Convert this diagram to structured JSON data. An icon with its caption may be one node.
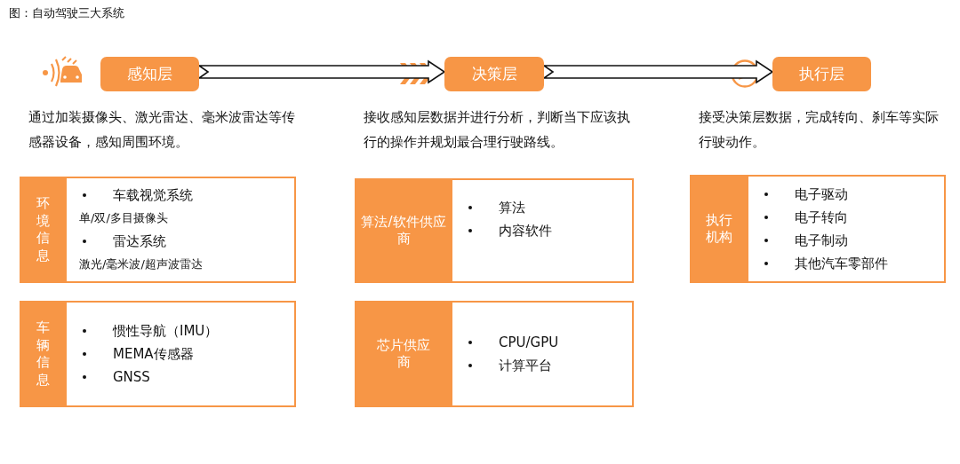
{
  "diagram": {
    "title": "图：自动驾驶三大系统",
    "nodes": [
      {
        "text": [
          "感知层"
        ],
        "beside": [
          "通过加装摄像头、激光雷达、毫米波雷达等传感器设备，感知周围环境。"
        ]
      },
      {
        "text": [
          "决策层"
        ],
        "beside": [
          "接收感知层数据并进行分析，判断当下应该执行的操作并规划最合理行驶路线。"
        ]
      },
      {
        "text": [
          "执行层"
        ],
        "beside": [
          "接受决策层数据，完成转向、刹车等实际行驶动作。"
        ]
      },
      {
        "text": [
          "环境信息",
          "车载视觉系统",
          "单/双/多目摄像头",
          "雷达系统",
          "激光/毫米波/超声波雷达"
        ]
      },
      {
        "text": [
          "车辆信息",
          "惯性导航（IMU）",
          "MEMA传感器",
          "GNSS"
        ]
      },
      {
        "text": [
          "算法/软件供应商",
          "算法",
          "内容软件"
        ]
      },
      {
        "text": [
          "芯片供应商",
          "CPU/GPU",
          "计算平台"
        ]
      },
      {
        "text": [
          "执行机构",
          "电子驱动",
          "电子转向",
          "电子制动",
          "其他汽车零部件"
        ]
      }
    ],
    "edges": [
      {
        "from": 0,
        "to": 1,
        "arrow": "to"
      },
      {
        "from": 1,
        "to": 2,
        "arrow": "to"
      }
    ]
  }
}
